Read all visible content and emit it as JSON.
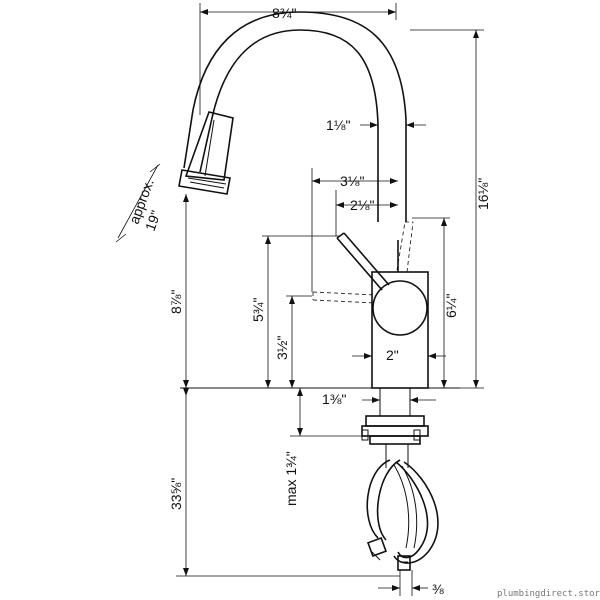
{
  "diagram": {
    "dimensions": {
      "top_width": "8¾\"",
      "overall_height": "16⅛\"",
      "spout_dia": "1⅛\"",
      "reach_a": "3⅛\"",
      "reach_b": "2⅛\"",
      "approx": "approx.",
      "approx_value": "19\"",
      "spray_height": "8⅞\"",
      "handle_height": "5¾\"",
      "lever_height": "3½\"",
      "body_height": "6¼\"",
      "body_width": "2\"",
      "shank_width": "1⅜\"",
      "max_deck": "max 1¾\"",
      "hose_length": "33⅝\"",
      "hose_dia": "⅜"
    }
  },
  "watermark": "plumbingdirect.store"
}
